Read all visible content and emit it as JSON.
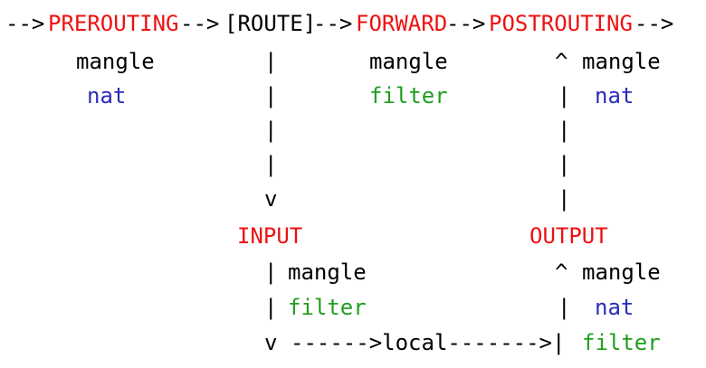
{
  "colors": {
    "chain": "#ee1111",
    "black": "#000000",
    "nat": "#2b2bbb",
    "filter": "#1f9e1f"
  },
  "row1": {
    "arrow_in": "-->",
    "prerouting": "PREROUTING",
    "arrow_a": "-->",
    "route": "[ROUTE]",
    "arrow_b": "-->",
    "forward": "FORWARD",
    "arrow_c": "-->",
    "postrouting": "POSTROUTING",
    "arrow_out": "-->"
  },
  "prerouting_tables": {
    "mangle": "mangle",
    "nat": "nat"
  },
  "forward_tables": {
    "mangle": "mangle",
    "filter": "filter"
  },
  "postrouting_tables": {
    "mangle": "mangle",
    "nat": "nat"
  },
  "route_column": {
    "bar": "|",
    "down_arrow": "v"
  },
  "post_column": {
    "up_arrow": "^",
    "bar": "|"
  },
  "input": {
    "label": "INPUT",
    "bar": "|",
    "mangle": "mangle",
    "filter": "filter",
    "down_arrow": "v",
    "local_path": "------>local------->|"
  },
  "output": {
    "label": "OUTPUT",
    "up_arrow": "^",
    "bar": "|",
    "mangle": "mangle",
    "nat": "nat",
    "filter": "filter"
  }
}
